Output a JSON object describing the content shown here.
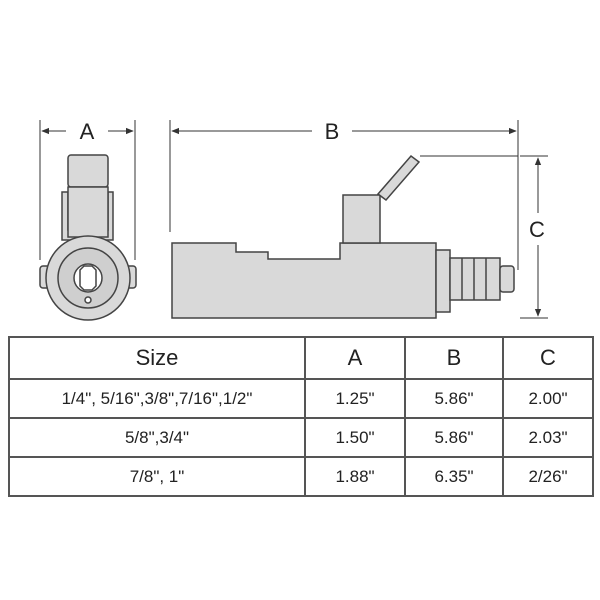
{
  "dimension_labels": {
    "a": "A",
    "b": "B",
    "c": "C"
  },
  "table": {
    "headers": [
      "Size",
      "A",
      "B",
      "C"
    ],
    "rows": [
      [
        "1/4\", 5/16\",3/8\",7/16\",1/2\"",
        "1.25\"",
        "5.86\"",
        "2.00\""
      ],
      [
        "5/8\",3/4\"",
        "1.50\"",
        "5.86\"",
        "2.03\""
      ],
      [
        "7/8\", 1\"",
        "1.88\"",
        "6.35\"",
        "2/26\""
      ]
    ]
  },
  "colors": {
    "part_fill": "#d9d9d9",
    "outline": "#444444",
    "dimension": "#333333"
  }
}
